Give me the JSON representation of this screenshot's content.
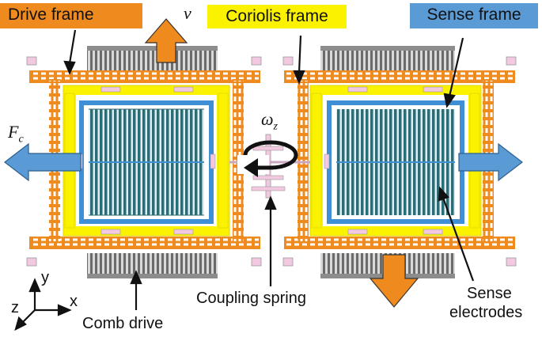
{
  "labels": {
    "drive_frame": "Drive frame",
    "coriolis_frame": "Coriolis frame",
    "sense_frame": "Sense frame",
    "velocity": "v",
    "force_main": "F",
    "force_sub": "c",
    "omega_main": "ω",
    "omega_sub": "z",
    "coupling_spring": "Coupling spring",
    "comb_drive": "Comb drive",
    "sense_electrodes_line1": "Sense",
    "sense_electrodes_line2": "electrodes",
    "axis_y": "y",
    "axis_x": "x",
    "axis_z": "z"
  },
  "colors": {
    "drive_frame": "#ef8a1e",
    "coriolis_frame": "#fbf200",
    "sense_frame": "#3f8fd6",
    "force_arrow": "#5b9bd5",
    "electrodes": "#2e6b73",
    "comb": "#6b6b6b",
    "anchor": "#f2c9e0"
  }
}
